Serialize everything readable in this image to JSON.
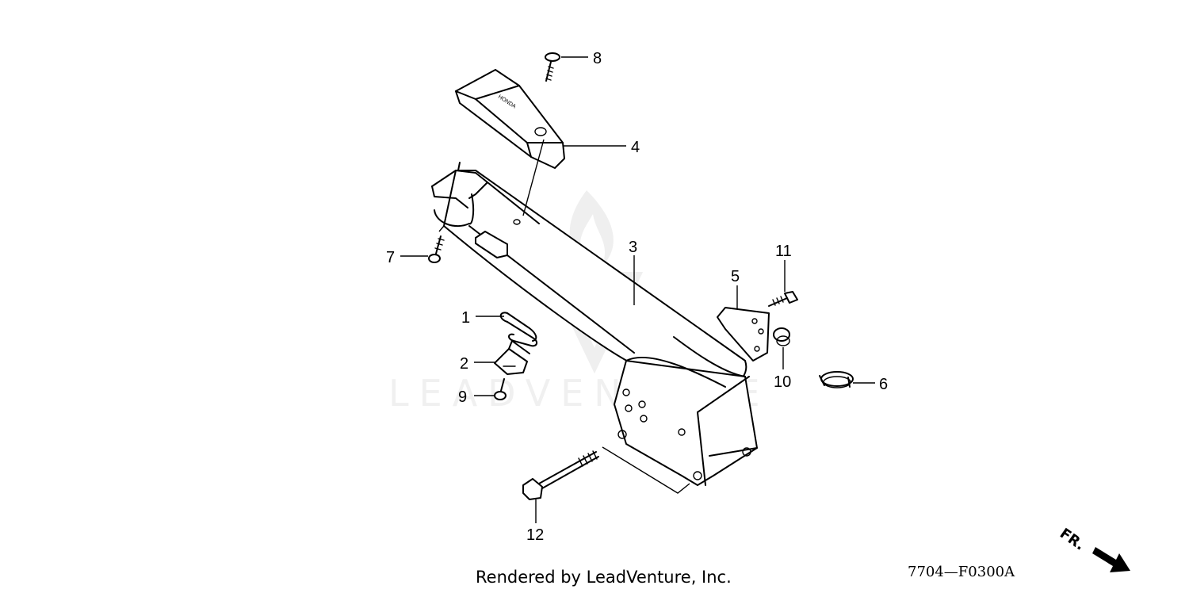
{
  "watermark": {
    "text": "LEADVENTURE"
  },
  "callouts": [
    "1",
    "2",
    "3",
    "4",
    "5",
    "6",
    "7",
    "8",
    "9",
    "10",
    "11",
    "12"
  ],
  "cover_marking": "HONDA",
  "footer": {
    "rendered_by": "Rendered by LeadVenture, Inc."
  },
  "diagram_code": "7704—F0300A",
  "direction_indicator": {
    "label": "FR."
  }
}
